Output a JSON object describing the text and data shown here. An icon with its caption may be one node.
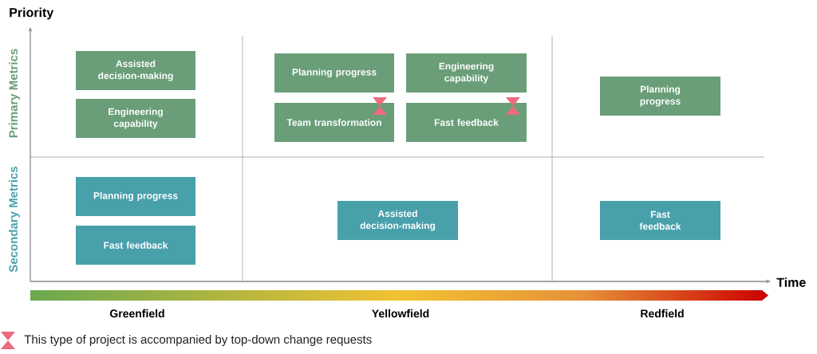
{
  "diagram": {
    "nodes": [
      {
        "text": [
          "Assisted decision-making"
        ]
      },
      {
        "text": [
          "Engineering capability"
        ]
      },
      {
        "text": [
          "Planning progress"
        ]
      },
      {
        "text": [
          "Engineering capability"
        ]
      },
      {
        "text": [
          "Team transformation"
        ]
      },
      {
        "text": [
          "Fast feedback"
        ]
      },
      {
        "text": [
          "Planning progress"
        ]
      },
      {
        "text": [
          "Planning progress"
        ]
      },
      {
        "text": [
          "Fast feedback"
        ]
      },
      {
        "text": [
          "Assisted decision-making"
        ]
      },
      {
        "text": [
          "Fast feedback"
        ]
      }
    ],
    "labels": [
      "Priority",
      "Primary Metrics",
      "Secondary Metrics",
      "Time",
      "Greenfield",
      "Yellowfield",
      "Redfield"
    ],
    "legend": [
      {
        "text": "This type of project is accompanied by top-down change requests"
      }
    ]
  }
}
